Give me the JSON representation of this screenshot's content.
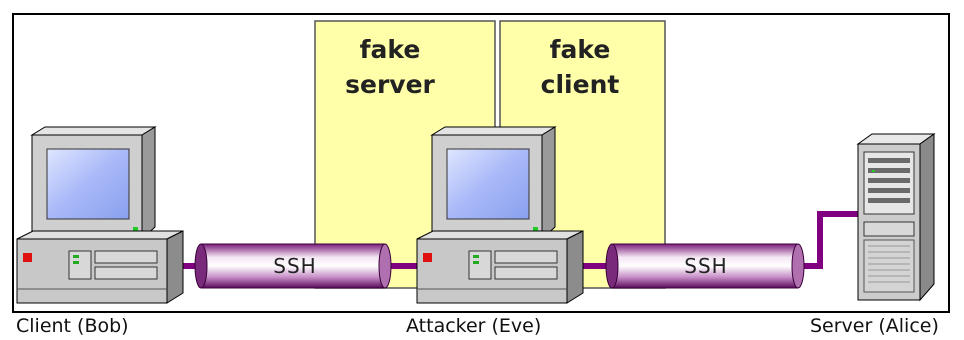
{
  "fake_server": {
    "line1": "fake",
    "line2": "server"
  },
  "fake_client": {
    "line1": "fake",
    "line2": "client"
  },
  "tunnels": {
    "left_label": "SSH",
    "right_label": "SSH"
  },
  "nodes": {
    "client": "Client (Bob)",
    "attacker": "Attacker (Eve)",
    "server": "Server (Alice)"
  },
  "colors": {
    "box_fill": "#FFFFAA",
    "tube_purple": "#800080",
    "monitor_screen": "#A8B8F8",
    "computer_gray": "#C8C8C8"
  }
}
